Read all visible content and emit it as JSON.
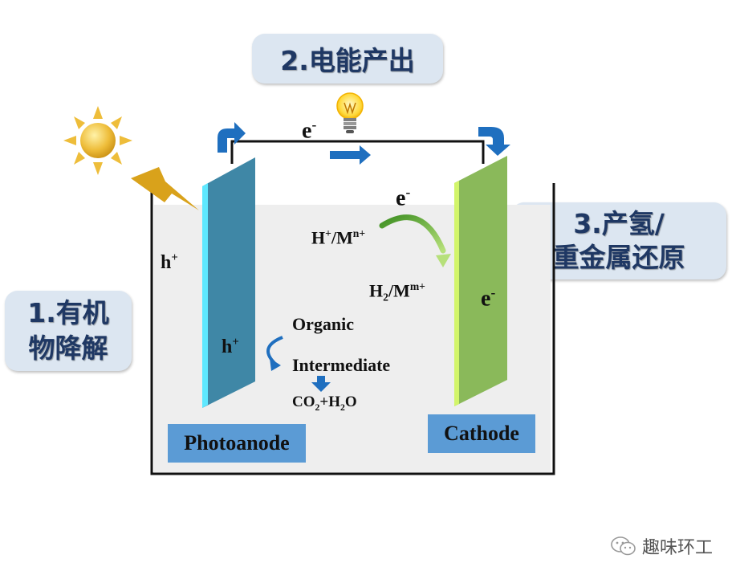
{
  "step_labels": {
    "power": "2.电能产出",
    "reduction_line1": "3.产氢/",
    "reduction_line2": "重金属还原",
    "degradation_line1": "1.有机",
    "degradation_line2": "物降解"
  },
  "electrodes": {
    "anode_label": "Photoanode",
    "cathode_label": "Cathode"
  },
  "species": {
    "electron_wire": "e",
    "electron_cathode_top": "e",
    "electron_cathode_right": "e",
    "electron_sign": "-",
    "hole_left": "h",
    "hole_anode": "h",
    "hole_sign": "+",
    "proton": "H",
    "proton_sign": "+",
    "metal_slash": "/M",
    "metal_charge_in": "n+",
    "hydrogen": "H",
    "hydrogen_sub": "2",
    "metal_charge_out": "m+",
    "organic": "Organic",
    "intermediate": "Intermediate",
    "co2": "CO",
    "co2_sub": "2",
    "water": "+H",
    "water_sub": "2",
    "water_o": "O"
  },
  "watermark": "趣味环工",
  "colors": {
    "bubble_bg": "#dce6f1",
    "bubble_text": "#1f3864",
    "anode": "#3f87a6",
    "anode_edge": "#5ee8ff",
    "cathode": "#8ab95a",
    "cathode_edge": "#d2f56a",
    "label_box": "#5b9bd5",
    "arrow_blue": "#1f6fbf",
    "arrow_green": "#6fb83a",
    "sun": "#e8b52a",
    "bolt": "#d9a21b"
  }
}
